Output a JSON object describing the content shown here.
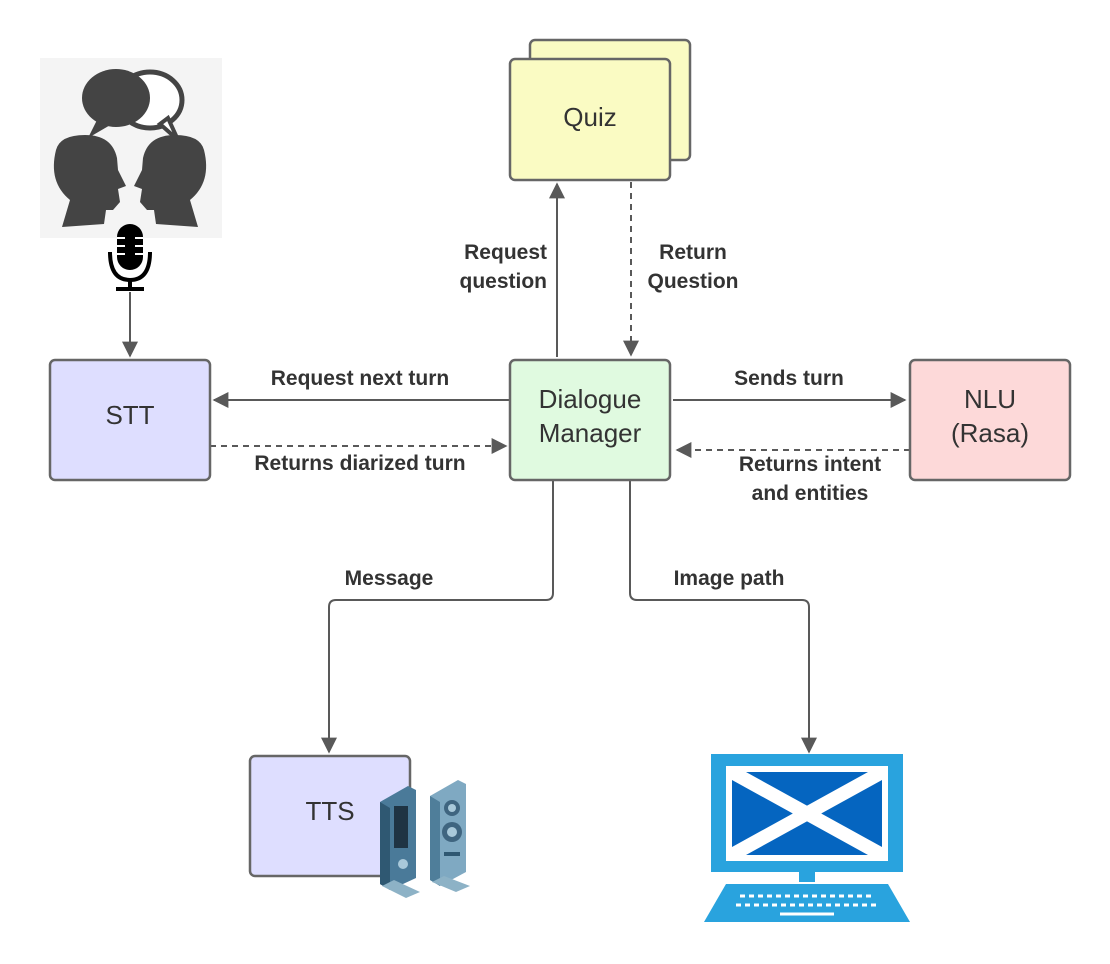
{
  "nodes": {
    "quiz": "Quiz",
    "stt": "STT",
    "dialogue_manager": [
      "Dialogue",
      "Manager"
    ],
    "nlu": [
      "NLU",
      "(Rasa)"
    ],
    "tts": "TTS"
  },
  "edges": {
    "request_question": [
      "Request",
      "question"
    ],
    "return_question": [
      "Return",
      "Question"
    ],
    "request_next_turn": "Request next turn",
    "returns_diarized_turn": "Returns diarized turn",
    "sends_turn": "Sends turn",
    "returns_intent": [
      "Returns intent",
      "and entities"
    ],
    "message": "Message",
    "image_path": "Image path"
  },
  "colors": {
    "quiz_fill": "#fafbc3",
    "stt_fill": "#dedeff",
    "dm_fill": "#e0fae0",
    "nlu_fill": "#fdd9d9",
    "tts_fill": "#dedeff",
    "border": "#666666",
    "arrow": "#595959",
    "monitor_blue": "#29a3de",
    "flag_blue": "#0565c0"
  },
  "icons": [
    "speech-bubbles-icon",
    "two-heads-icon",
    "microphone-icon",
    "speakers-icon",
    "monitor-flag-icon"
  ]
}
